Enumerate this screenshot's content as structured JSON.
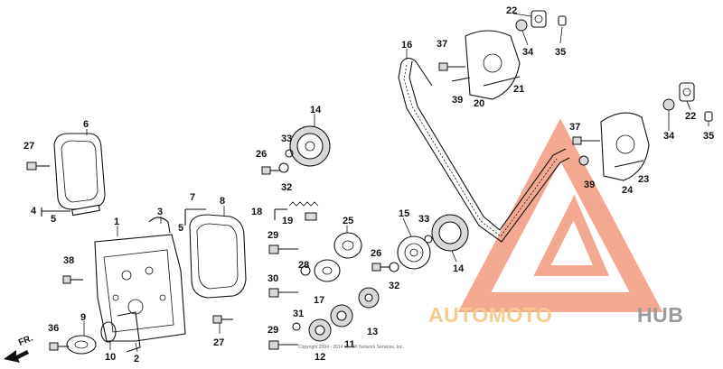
{
  "diagram": {
    "callouts": [
      {
        "id": "c1",
        "label": "1"
      },
      {
        "id": "c2",
        "label": "2"
      },
      {
        "id": "c3",
        "label": "3"
      },
      {
        "id": "c4",
        "label": "4"
      },
      {
        "id": "c5a",
        "label": "5"
      },
      {
        "id": "c5b",
        "label": "5"
      },
      {
        "id": "c6",
        "label": "6"
      },
      {
        "id": "c7",
        "label": "7"
      },
      {
        "id": "c8",
        "label": "8"
      },
      {
        "id": "c9",
        "label": "9"
      },
      {
        "id": "c10",
        "label": "10"
      },
      {
        "id": "c11",
        "label": "11"
      },
      {
        "id": "c12",
        "label": "12"
      },
      {
        "id": "c13",
        "label": "13"
      },
      {
        "id": "c14a",
        "label": "14"
      },
      {
        "id": "c14b",
        "label": "14"
      },
      {
        "id": "c15",
        "label": "15"
      },
      {
        "id": "c16",
        "label": "16"
      },
      {
        "id": "c17",
        "label": "17"
      },
      {
        "id": "c18",
        "label": "18"
      },
      {
        "id": "c19",
        "label": "19"
      },
      {
        "id": "c20",
        "label": "20"
      },
      {
        "id": "c21",
        "label": "21"
      },
      {
        "id": "c22a",
        "label": "22"
      },
      {
        "id": "c22b",
        "label": "22"
      },
      {
        "id": "c23",
        "label": "23"
      },
      {
        "id": "c24",
        "label": "24"
      },
      {
        "id": "c25",
        "label": "25"
      },
      {
        "id": "c26a",
        "label": "26"
      },
      {
        "id": "c26b",
        "label": "26"
      },
      {
        "id": "c27a",
        "label": "27"
      },
      {
        "id": "c27b",
        "label": "27"
      },
      {
        "id": "c28",
        "label": "28"
      },
      {
        "id": "c29a",
        "label": "29"
      },
      {
        "id": "c29b",
        "label": "29"
      },
      {
        "id": "c30",
        "label": "30"
      },
      {
        "id": "c31",
        "label": "31"
      },
      {
        "id": "c32a",
        "label": "32"
      },
      {
        "id": "c32b",
        "label": "32"
      },
      {
        "id": "c33a",
        "label": "33"
      },
      {
        "id": "c33b",
        "label": "33"
      },
      {
        "id": "c34a",
        "label": "34"
      },
      {
        "id": "c34b",
        "label": "34"
      },
      {
        "id": "c35a",
        "label": "35"
      },
      {
        "id": "c35b",
        "label": "35"
      },
      {
        "id": "c36",
        "label": "36"
      },
      {
        "id": "c37a",
        "label": "37"
      },
      {
        "id": "c37b",
        "label": "37"
      },
      {
        "id": "c38",
        "label": "38"
      },
      {
        "id": "c39a",
        "label": "39"
      },
      {
        "id": "c39b",
        "label": "39"
      }
    ],
    "direction_label": "FR.",
    "copyright": "Copyright 2004 - 2014 by ARI Network Services, Inc."
  },
  "watermark": {
    "text_part1": "AUTOMOTO",
    "text_part2": "HUB",
    "colors": {
      "accent": "#f29a7f",
      "orange": "#f5c27a",
      "grey": "#8a8a8a"
    }
  }
}
